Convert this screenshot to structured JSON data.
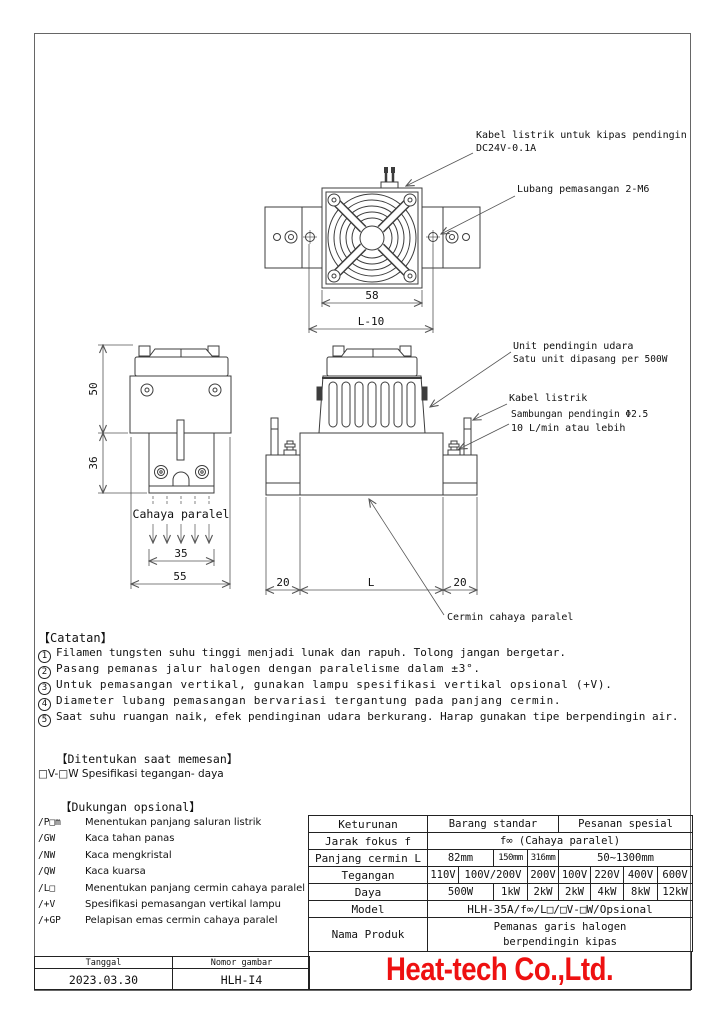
{
  "drawing": {
    "labels": {
      "fan_cable_1": "Kabel listrik untuk kipas pendingin",
      "fan_cable_2": "DC24V-0.1A",
      "mount_hole": "Lubang pemasangan 2-M6",
      "cooling_unit_1": "Unit pendingin udara",
      "cooling_unit_2": "Satu unit dipasang per 500W",
      "electric_cable": "Kabel listrik",
      "cooling_conn_1": "Sambungan pendingin Φ2.5",
      "cooling_conn_2": "10 L/min atau lebih",
      "parallel_light": "Cahaya paralel",
      "mirror": "Cermin cahaya paralel"
    },
    "dims": {
      "fan_width": "58",
      "mount_pitch": "L-10",
      "upper_height": "50",
      "lower_height": "36",
      "beam_width": "35",
      "body_width": "55",
      "left_end": "20",
      "mirror_length": "L",
      "right_end": "20"
    }
  },
  "notes": {
    "title": "【Catatan】",
    "items": [
      {
        "num": "1",
        "text": "Filamen tungsten suhu tinggi menjadi lunak dan rapuh. Tolong jangan bergetar."
      },
      {
        "num": "2",
        "text": "Pasang pemanas jalur halogen dengan paralelisme dalam ±3°."
      },
      {
        "num": "3",
        "text": "Untuk pemasangan vertikal, gunakan lampu spesifikasi vertikal opsional (+V)."
      },
      {
        "num": "4",
        "text": "Diameter lubang pemasangan bervariasi tergantung pada panjang cermin."
      },
      {
        "num": "5",
        "text": "Saat suhu ruangan naik, efek pendinginan udara berkurang. Harap gunakan tipe berpendingin air."
      }
    ]
  },
  "ordering": {
    "title": "【Ditentukan saat memesan】",
    "item": "□V-□W Spesifikasi tegangan- daya"
  },
  "options": {
    "title": "【Dukungan opsional】",
    "items": [
      {
        "code": "/P□m",
        "desc": "Menentukan panjang saluran listrik"
      },
      {
        "code": "/GW",
        "desc": "Kaca tahan panas"
      },
      {
        "code": "/NW",
        "desc": "Kaca mengkristal"
      },
      {
        "code": "/QW",
        "desc": "Kaca kuarsa"
      },
      {
        "code": "/L□",
        "desc": "Menentukan panjang cermin cahaya paralel"
      },
      {
        "code": "/+V",
        "desc": "Spesifikasi pemasangan vertikal lampu"
      },
      {
        "code": "/+GP",
        "desc": "Pelapisan emas cermin cahaya paralel"
      }
    ]
  },
  "spec_table": {
    "r1": {
      "label": "Keturunan",
      "standard": "Barang standar",
      "special": "Pesanan spesial"
    },
    "r2": {
      "label": "Jarak fokus f",
      "value": "f∞ (Cahaya paralel)"
    },
    "r3": {
      "label": "Panjang cermin L",
      "c1": "82mm",
      "c2": "150mm",
      "c3": "316mm",
      "c4": "50~1300mm"
    },
    "r4": {
      "label": "Tegangan",
      "c1": "110V",
      "c2": "100V/200V",
      "c3": "200V",
      "c4": "100V",
      "c5": "220V",
      "c6": "400V",
      "c7": "600V"
    },
    "r5": {
      "label": "Daya",
      "c1": "500W",
      "c2": "1kW",
      "c3": "2kW",
      "c4": "2kW",
      "c5": "4kW",
      "c6": "8kW",
      "c7": "12kW"
    },
    "r6": {
      "label": "Model",
      "value": "HLH-35A/f∞/L□/□V-□W/Opsional"
    },
    "r7": {
      "label": "Nama Produk",
      "line1": "Pemanas garis halogen",
      "line2": "berpendingin kipas"
    }
  },
  "title_block": {
    "date_label": "Tanggal",
    "date_value": "2023.03.30",
    "number_label": "Nomor gambar",
    "number_value": "HLH-I4"
  },
  "brand": {
    "name": "Heat-tech Co.,Ltd.",
    "color": "#ee1111"
  }
}
